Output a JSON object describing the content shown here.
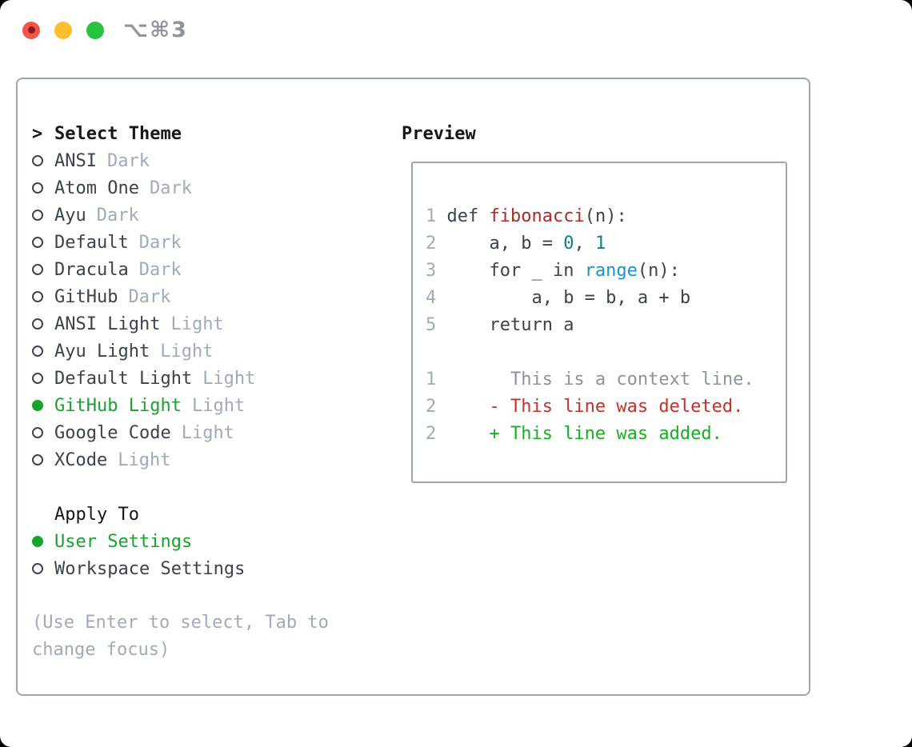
{
  "titlebar": {
    "title": "⌥⌘3",
    "buttons": [
      "close",
      "minimize",
      "zoom"
    ]
  },
  "theme_panel": {
    "header": {
      "marker": ">",
      "label": "Select Theme"
    },
    "themes": [
      {
        "name": "ANSI",
        "variant": "Dark",
        "selected": false
      },
      {
        "name": "Atom One",
        "variant": "Dark",
        "selected": false
      },
      {
        "name": "Ayu",
        "variant": "Dark",
        "selected": false
      },
      {
        "name": "Default",
        "variant": "Dark",
        "selected": false
      },
      {
        "name": "Dracula",
        "variant": "Dark",
        "selected": false
      },
      {
        "name": "GitHub",
        "variant": "Dark",
        "selected": false
      },
      {
        "name": "ANSI Light",
        "variant": "Light",
        "selected": false
      },
      {
        "name": "Ayu Light",
        "variant": "Light",
        "selected": false
      },
      {
        "name": "Default Light",
        "variant": "Light",
        "selected": false
      },
      {
        "name": "GitHub Light",
        "variant": "Light",
        "selected": true
      },
      {
        "name": "Google Code",
        "variant": "Light",
        "selected": false
      },
      {
        "name": "XCode",
        "variant": "Light",
        "selected": false
      }
    ],
    "apply_to": {
      "label": "Apply To",
      "options": [
        {
          "name": "User Settings",
          "selected": true
        },
        {
          "name": "Workspace Settings",
          "selected": false
        }
      ]
    },
    "help_text": "(Use Enter to select, Tab to change focus)"
  },
  "preview": {
    "label": "Preview",
    "code_lines": [
      {
        "num": "1",
        "tokens": [
          {
            "t": " def ",
            "c": "plain"
          },
          {
            "t": "fibonacci",
            "c": "func"
          },
          {
            "t": "(n):",
            "c": "plain"
          }
        ]
      },
      {
        "num": "2",
        "tokens": [
          {
            "t": "     a, b = ",
            "c": "plain"
          },
          {
            "t": "0",
            "c": "number"
          },
          {
            "t": ", ",
            "c": "plain"
          },
          {
            "t": "1",
            "c": "number"
          }
        ]
      },
      {
        "num": "3",
        "tokens": [
          {
            "t": "     for _ in ",
            "c": "plain"
          },
          {
            "t": "range",
            "c": "builtin"
          },
          {
            "t": "(n):",
            "c": "plain"
          }
        ]
      },
      {
        "num": "4",
        "tokens": [
          {
            "t": "         a, b = b, a + b",
            "c": "plain"
          }
        ]
      },
      {
        "num": "5",
        "tokens": [
          {
            "t": "     return a",
            "c": "plain"
          }
        ]
      }
    ],
    "diff_lines": [
      {
        "num": "1",
        "text": "       This is a context line.",
        "type": "context"
      },
      {
        "num": "2",
        "text": "     - This line was deleted.",
        "type": "deleted"
      },
      {
        "num": "2",
        "text": "     + This line was added.",
        "type": "added"
      }
    ]
  },
  "colors": {
    "accent_green": "#16a42c",
    "diff_green": "#15b21f",
    "diff_red": "#c23227",
    "func_red": "#a62d24",
    "number_teal": "#0b7d8d",
    "builtin_blue": "#1792d4",
    "text_dark": "#3a424c",
    "text_black": "#14171c",
    "muted_gray": "#9fabb8",
    "context_gray": "#8b949e",
    "border_gray": "#9ba6b2",
    "radio_gray": "#3d444d",
    "title_gray": "#8f959d",
    "traffic_red": "#f4554b",
    "traffic_red_dot": "#8c1b17",
    "traffic_yellow": "#fcbf2d",
    "traffic_green": "#28c33d"
  }
}
